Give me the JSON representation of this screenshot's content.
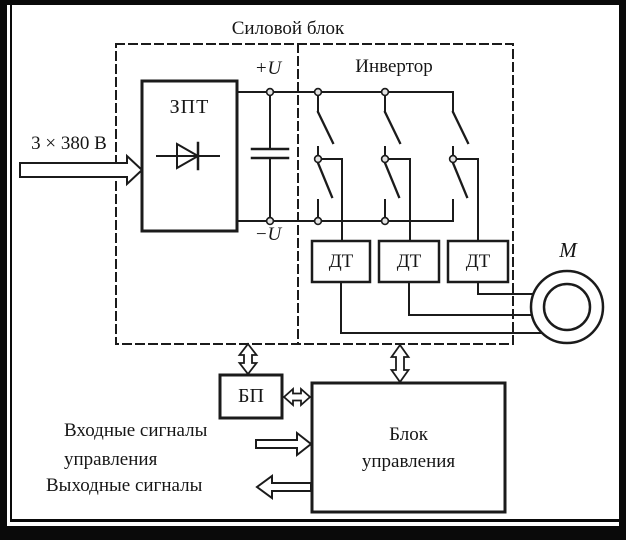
{
  "diagram": {
    "title": "Силовой блок",
    "inverter_label": "Инвертор",
    "rectifier_label": "ЗПТ",
    "input_voltage": "3 × 380 В",
    "dc_bus_plus": "+U",
    "dc_bus_minus": "−U",
    "current_sensors": [
      "ДТ",
      "ДТ",
      "ДТ"
    ],
    "motor_label": "М",
    "power_supply_label": "БП",
    "control_unit_label": "Блок управления",
    "input_signals_label": "Входные сигналы управления",
    "output_signals_label": "Выходные сигналы"
  },
  "colors": {
    "line": "#1b1b1b",
    "background": "#ffffff"
  }
}
